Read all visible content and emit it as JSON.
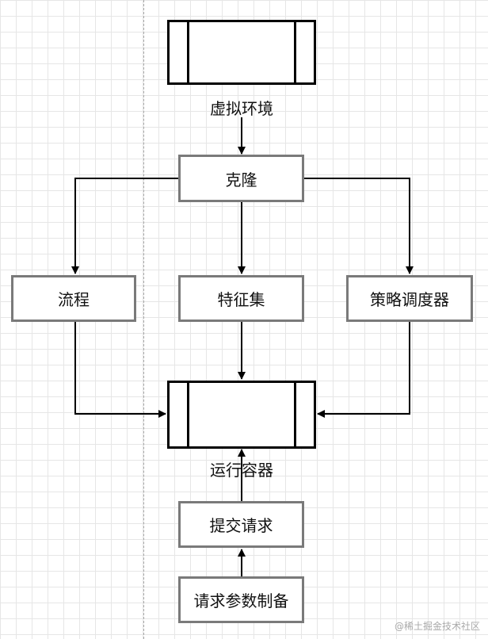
{
  "nodes": {
    "virtual_env": "虚拟环境",
    "clone": "克隆",
    "flow": "流程",
    "feature_set": "特征集",
    "scheduler": "策略调度器",
    "runtime_container": "运行容器",
    "submit_request": "提交请求",
    "prepare_params": "请求参数制备"
  },
  "watermark": "@稀土掘金技术社区",
  "colors": {
    "background": "#ffffff",
    "grid": "#e6e6e6",
    "process_border": "#7a7a7a",
    "container_border": "#000000",
    "arrow": "#000000",
    "dashed_guide": "#a8a8a8"
  }
}
